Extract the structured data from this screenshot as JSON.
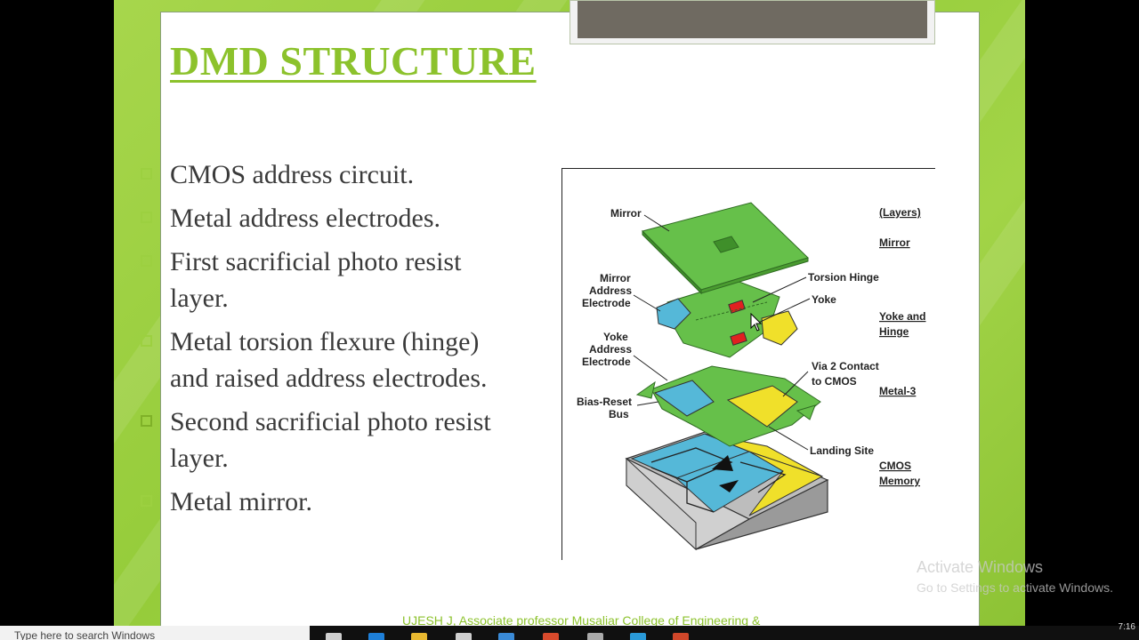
{
  "slide": {
    "title": "DMD STRUCTURE",
    "bullets": [
      "CMOS address circuit.",
      "Metal address electrodes.",
      "First sacrificial photo resist layer.",
      "Metal torsion flexure (hinge) and raised address electrodes.",
      "Second sacrificial photo resist  layer.",
      "Metal mirror."
    ],
    "footer": "UJESH J, Associate professor Musaliar  College of Engineering &"
  },
  "figure": {
    "labels": {
      "mirror": "Mirror",
      "mirror_address_electrode_1": "Mirror",
      "mirror_address_electrode_2": "Address",
      "mirror_address_electrode_3": "Electrode",
      "yoke_address_electrode_1": "Yoke",
      "yoke_address_electrode_2": "Address",
      "yoke_address_electrode_3": "Electrode",
      "bias_reset_bus_1": "Bias-Reset",
      "bias_reset_bus_2": "Bus",
      "torsion_hinge": "Torsion Hinge",
      "yoke": "Yoke",
      "via2_1": "Via 2 Contact",
      "via2_2": "to CMOS",
      "landing_site": "Landing Site"
    },
    "layers": {
      "header": "(Layers)",
      "mirror": "Mirror",
      "yoke_hinge_1": "Yoke and",
      "yoke_hinge_2": "Hinge",
      "metal3": "Metal-3",
      "cmos_1": "CMOS",
      "cmos_2": "Memory"
    }
  },
  "watermark": {
    "line1": "Activate Windows",
    "line2": "Go to Settings to activate Windows."
  },
  "taskbar": {
    "search_placeholder": "Type here to search Windows"
  },
  "clock": {
    "time": "7:16"
  },
  "colors": {
    "accent_green": "#8cc22c",
    "panel_bg": "#ffffff",
    "text": "#3a3a3a"
  }
}
